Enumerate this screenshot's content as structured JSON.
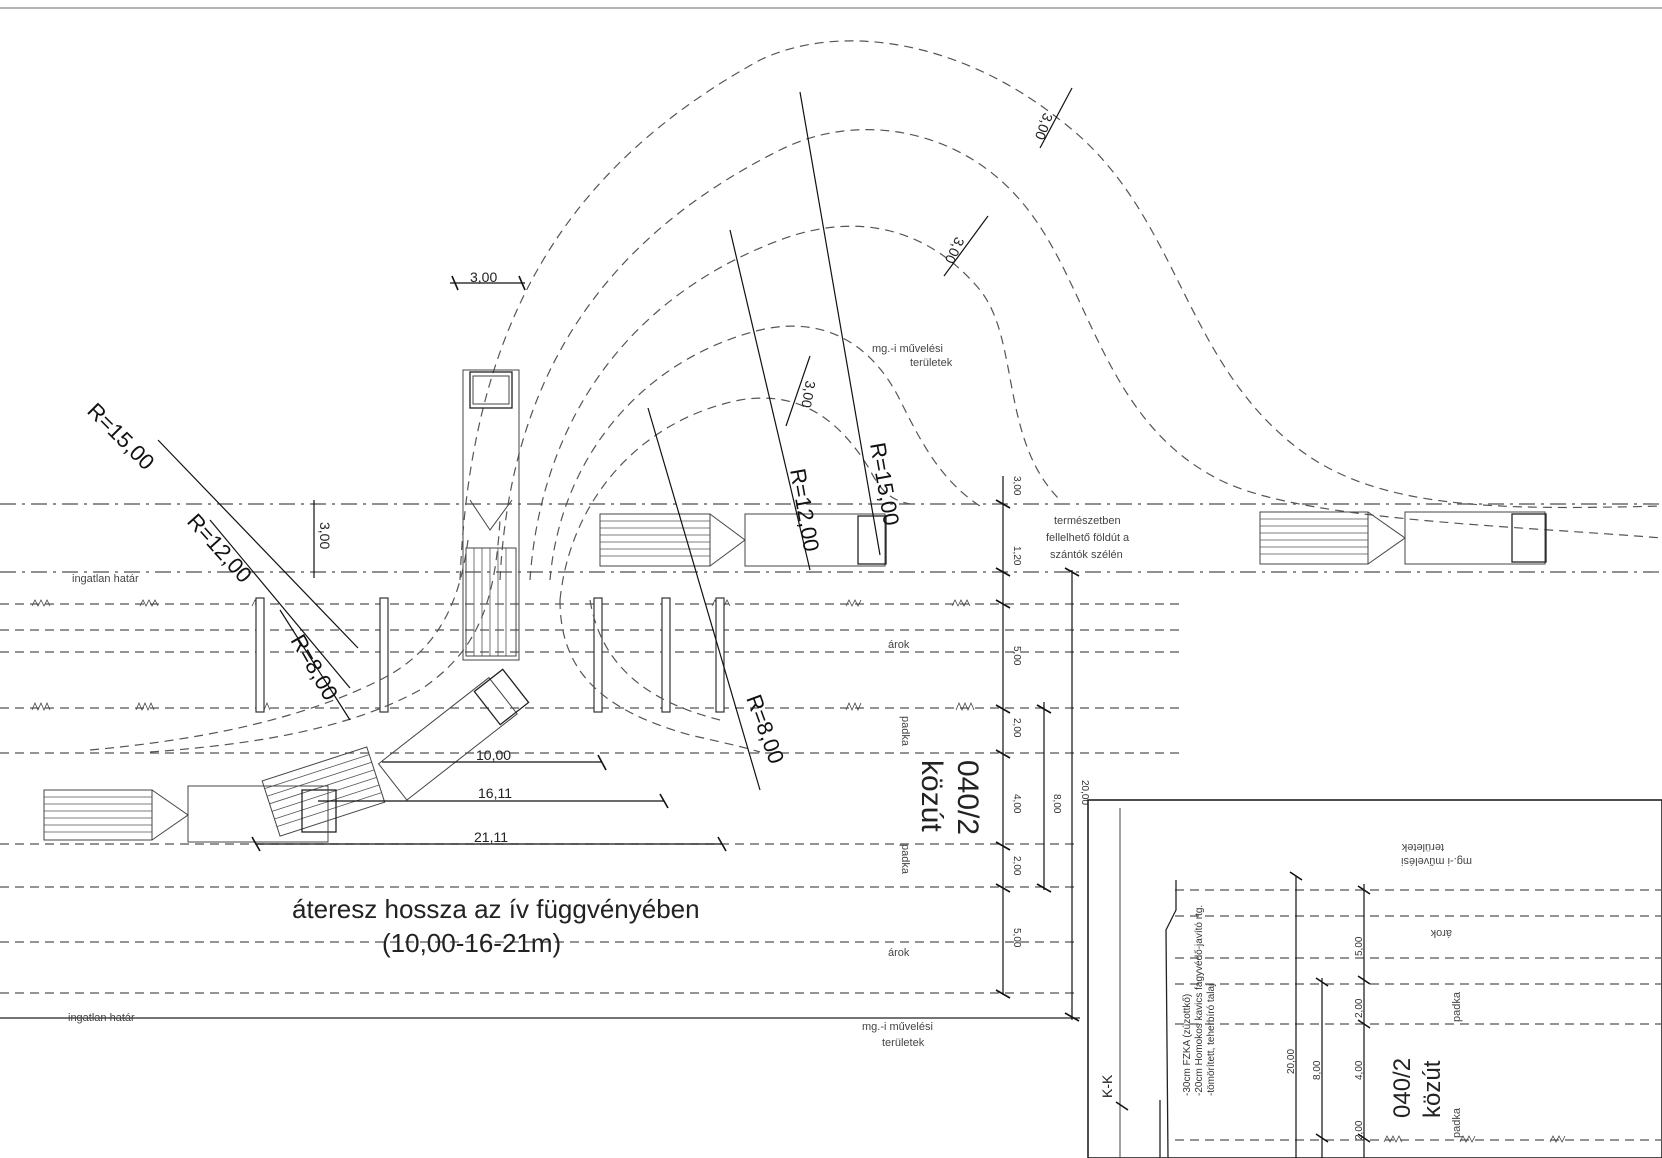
{
  "labels": {
    "property_line_1": "ingatlan határ",
    "property_line_2": "ingatlan határ",
    "farmland_1_line1": "mg.-i művelési",
    "farmland_1_line2": "területek",
    "farmland_2_line1": "mg.-i művelési",
    "farmland_2_line2": "területek",
    "farmland_inset_line1": "mg.-i művelési",
    "farmland_inset_line2": "területek",
    "natural_road_line1": "természetben",
    "natural_road_line2": "fellelhető földút a",
    "natural_road_line3": "szántók szélén",
    "ditch_1": "árok",
    "ditch_2": "árok",
    "ditch_inset": "árok",
    "shoulder_1": "padka",
    "shoulder_2": "padka",
    "shoulder_inset_1": "padka",
    "shoulder_inset_2": "padka",
    "road_code": "040/2",
    "road_type": "közút",
    "inset_road_code": "040/2",
    "inset_road_type": "közút",
    "section_mark": "K-K",
    "title_line1": "áteresz hossza az ív függvényében",
    "title_line2": "(10,00-16-21m)",
    "layers_line1": "-30cm FZKA (zúzottkő)",
    "layers_line2": "-20cm Homokos kavics fagyvédő-javító rtg.",
    "layers_line3": "-tömörített, teherbíró talaj"
  },
  "dimensions": {
    "lane_width_top": "3,00",
    "lane_width_1": "3,00",
    "lane_width_2": "3,00",
    "lane_width_3": "3,00",
    "lane_width_4": "3,00",
    "radius_15_left": "R=15,00",
    "radius_12_left": "R=12,00",
    "radius_8_left": "R=8,00",
    "radius_12_right": "R=12,00",
    "radius_15_right": "R=15,00",
    "radius_8_right": "R=8,00",
    "culvert_10": "10,00",
    "culvert_16": "16,11",
    "culvert_21": "21,11",
    "side_300": "3,00",
    "side_120": "1,20",
    "side_500a": "5,00",
    "side_200a": "2,00",
    "side_400": "4,00",
    "side_200b": "2,00",
    "side_500b": "5,00",
    "side_800": "8,00",
    "side_2000": "20,00",
    "inset_500": "5,00",
    "inset_200a": "2,00",
    "inset_400": "4,00",
    "inset_200b": "2,00",
    "inset_800": "8,00",
    "inset_2000": "20,00"
  },
  "colors": {
    "line": "#222222",
    "dash": "#555555",
    "paper": "#ffffff"
  }
}
